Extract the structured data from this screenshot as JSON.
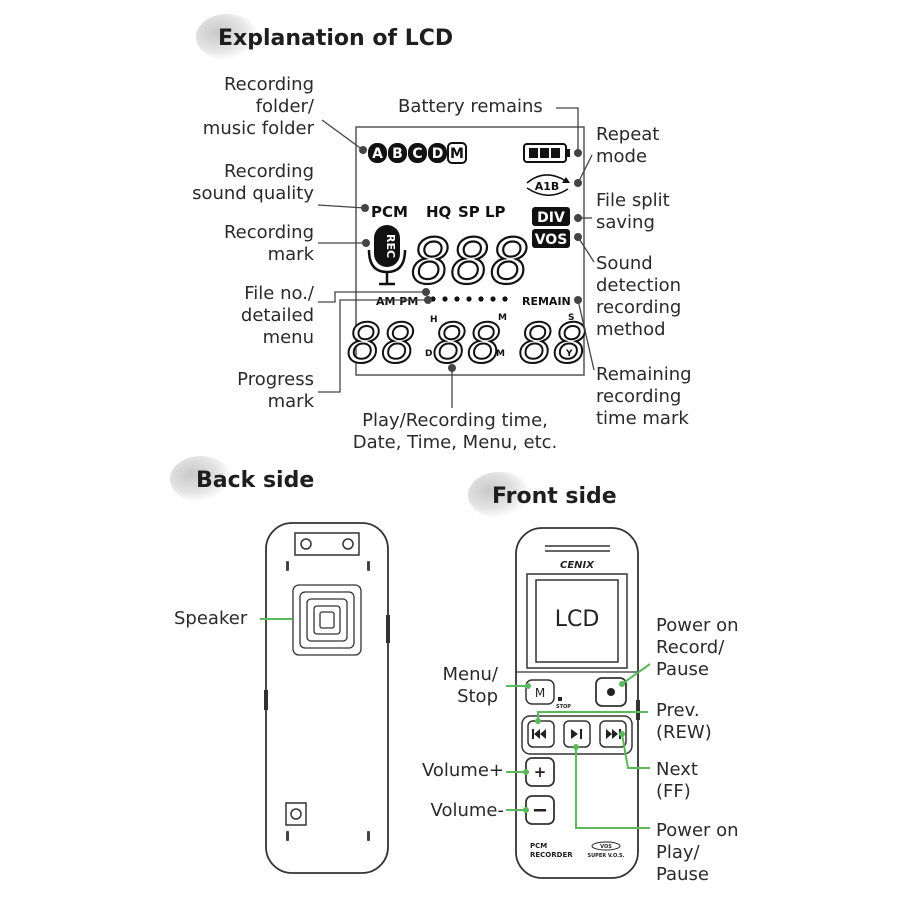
{
  "titles": {
    "lcd": "Explanation of LCD",
    "back": "Back side",
    "front": "Front side"
  },
  "lcd_screen": {
    "folders": [
      "A",
      "B",
      "C",
      "D",
      "M"
    ],
    "pcm": "PCM",
    "quality": [
      "HQ",
      "SP",
      "LP"
    ],
    "rec": "REC",
    "div": "DIV",
    "vos": "VOS",
    "ab": "A1B",
    "ampm": "AM PM",
    "remain": "REMAIN",
    "digits_top": "888",
    "digits_bottom": "88 88 88",
    "unit_h": "H",
    "unit_m": "M",
    "unit_s": "S",
    "unit_d": "D",
    "unit_y": "Y"
  },
  "lcd_labels": {
    "folder": [
      "Recording",
      "folder/",
      "music folder"
    ],
    "quality": [
      "Recording",
      "sound quality"
    ],
    "rec_mark": [
      "Recording",
      "mark"
    ],
    "file_no": [
      "File no./",
      "detailed",
      "menu"
    ],
    "progress": [
      "Progress",
      "mark"
    ],
    "play_time": [
      "Play/Recording time,",
      "Date, Time, Menu, etc."
    ],
    "battery": "Battery remains",
    "repeat": [
      "Repeat",
      "mode"
    ],
    "split": [
      "File split",
      "saving"
    ],
    "sound_det": [
      "Sound",
      "detection",
      "recording",
      "method"
    ],
    "remaining": [
      "Remaining",
      "recording",
      "time mark"
    ]
  },
  "back_labels": {
    "speaker": "Speaker"
  },
  "front_device": {
    "brand": "CENIX",
    "lcd": "LCD",
    "menu_key": "M",
    "stop": "STOP",
    "model_line1": "PCM",
    "model_line2": "RECORDER",
    "vos_badge": "VOS",
    "super_vos": "SUPER V.O.S."
  },
  "front_labels": {
    "menu": [
      "Menu/",
      "Stop"
    ],
    "power_record": [
      "Power on",
      "Record/",
      "Pause"
    ],
    "prev": [
      "Prev.",
      "(REW)"
    ],
    "vol_up": "Volume+",
    "vol_down": "Volume-",
    "next": [
      "Next",
      "(FF)"
    ],
    "power_play": [
      "Power on",
      "Play/",
      "Pause"
    ]
  },
  "colors": {
    "accent_green": "#5cb85c",
    "lcd_ink": "#1a1a1a"
  }
}
